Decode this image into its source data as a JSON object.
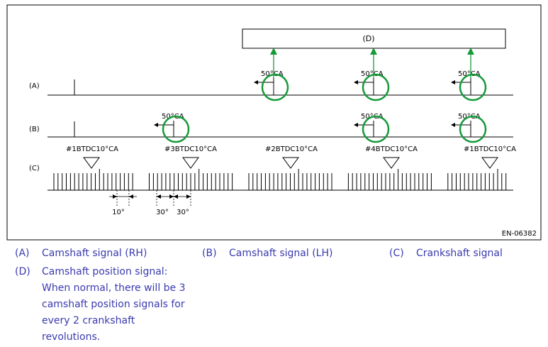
{
  "diagram": {
    "figure_id": "EN-06382",
    "box_label": "(D)",
    "rows": [
      {
        "key": "A",
        "label": "(A)"
      },
      {
        "key": "B",
        "label": "(B)"
      },
      {
        "key": "C",
        "label": "(C)"
      }
    ],
    "pulse_label": "50°CA",
    "a_pulses": 3,
    "b_pulses": 3,
    "tdc_markers": [
      "#1BTDC10°CA",
      "#3BTDC10°CA",
      "#2BTDC10°CA",
      "#4BTDC10°CA",
      "#1BTDC10°CA"
    ],
    "dim_labels": [
      "10°",
      "30°",
      "30°"
    ],
    "colors": {
      "arrow": "#159a3a",
      "circle": "#159a3a",
      "line": "#000000",
      "legend": "#3a3ab0"
    }
  },
  "legend": [
    {
      "key": "(A)",
      "text": "Camshaft signal (RH)"
    },
    {
      "key": "(B)",
      "text": "Camshaft signal (LH)"
    },
    {
      "key": "(C)",
      "text": "Crankshaft signal"
    },
    {
      "key": "(D)",
      "lines": [
        "Camshaft position signal:",
        "When normal, there will be 3",
        "camshaft position signals for",
        "every 2 crankshaft",
        "revolutions."
      ]
    }
  ]
}
